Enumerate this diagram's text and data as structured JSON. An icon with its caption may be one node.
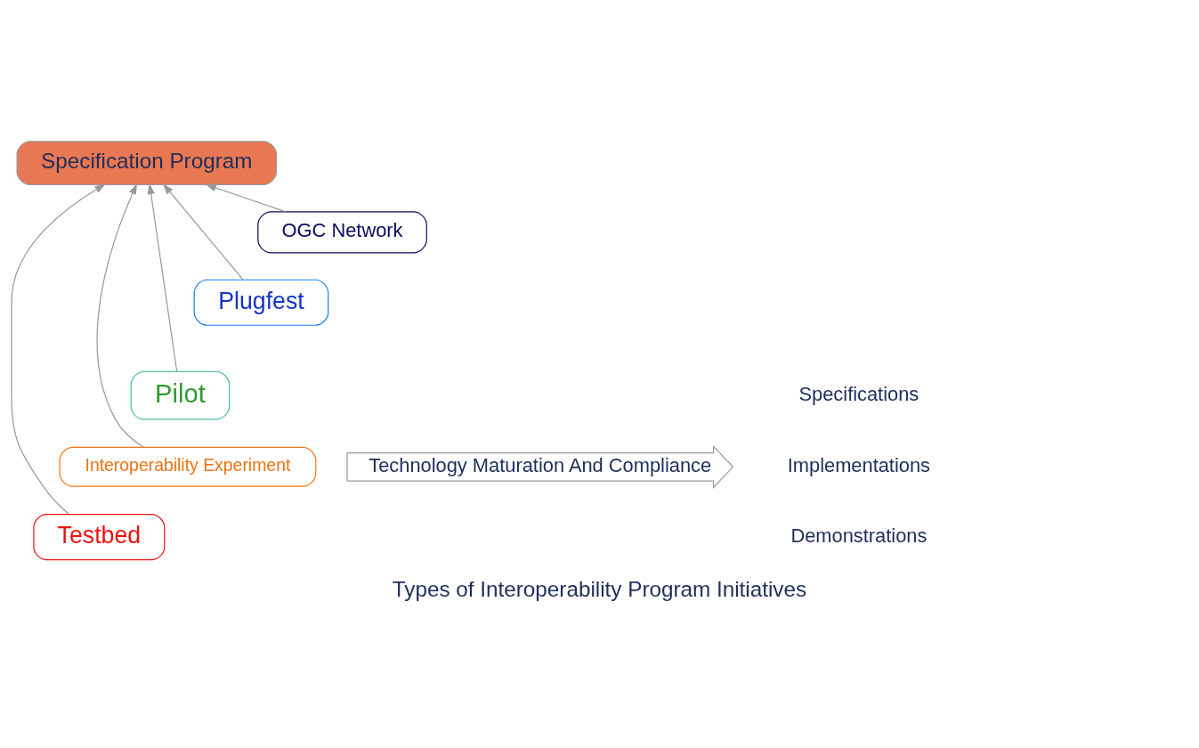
{
  "diagram": {
    "caption": "Types of Interoperability Program Initiatives",
    "nodes": [
      {
        "text": [
          "Specification Program"
        ]
      },
      {
        "text": [
          "OGC Network"
        ]
      },
      {
        "text": [
          "Plugfest"
        ]
      },
      {
        "text": [
          "Pilot"
        ]
      },
      {
        "text": [
          "Interoperability Experiment"
        ]
      },
      {
        "text": [
          "Testbed"
        ]
      },
      {
        "text": [
          "Technology Maturation And Compliance"
        ]
      }
    ],
    "edges": [
      {
        "from": 1,
        "to": 0,
        "arrow": "to"
      },
      {
        "from": 2,
        "to": 0,
        "arrow": "to"
      },
      {
        "from": 3,
        "to": 0,
        "arrow": "to"
      },
      {
        "from": 4,
        "to": 0,
        "arrow": "to"
      },
      {
        "from": 5,
        "to": 0,
        "arrow": "to"
      }
    ],
    "labels": [
      "Specifications",
      "Implementations",
      "Demonstrations"
    ]
  }
}
